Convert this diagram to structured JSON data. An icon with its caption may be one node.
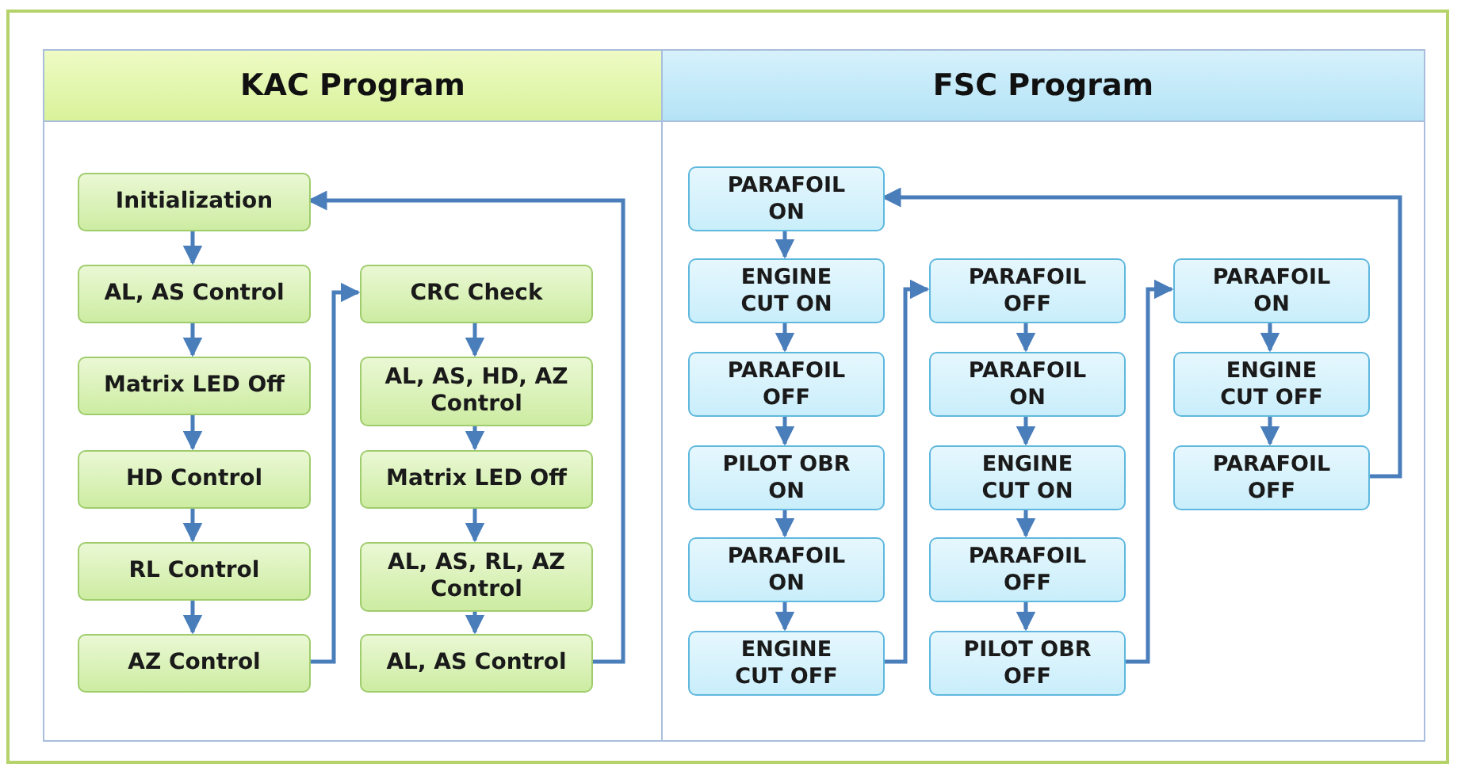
{
  "diagram": {
    "nodes": [
      {
        "text": [
          "KAC Program"
        ]
      },
      {
        "text": [
          "Initialization"
        ],
        "in": 0
      },
      {
        "text": [
          "AL, AS Control"
        ],
        "in": 0
      },
      {
        "text": [
          "Matrix LED Off"
        ],
        "in": 0
      },
      {
        "text": [
          "HD Control"
        ],
        "in": 0
      },
      {
        "text": [
          "RL Control"
        ],
        "in": 0
      },
      {
        "text": [
          "AZ Control"
        ],
        "in": 0
      },
      {
        "text": [
          "CRC Check"
        ],
        "in": 0
      },
      {
        "text": [
          "AL, AS, HD, AZ Control"
        ],
        "in": 0
      },
      {
        "text": [
          "Matrix LED Off"
        ],
        "in": 0
      },
      {
        "text": [
          "AL, AS, RL, AZ Control"
        ],
        "in": 0
      },
      {
        "text": [
          "AL, AS Control"
        ],
        "in": 0
      },
      {
        "text": [
          "FSC Program"
        ]
      },
      {
        "text": [
          "PARAFOIL ON"
        ],
        "in": 12
      },
      {
        "text": [
          "ENGINE CUT ON"
        ],
        "in": 12
      },
      {
        "text": [
          "PARAFOIL OFF"
        ],
        "in": 12
      },
      {
        "text": [
          "PILOT OBR ON"
        ],
        "in": 12
      },
      {
        "text": [
          "PARAFOIL ON"
        ],
        "in": 12
      },
      {
        "text": [
          "ENGINE CUT OFF"
        ],
        "in": 12
      },
      {
        "text": [
          "PARAFOIL OFF"
        ],
        "in": 12
      },
      {
        "text": [
          "PARAFOIL ON"
        ],
        "in": 12
      },
      {
        "text": [
          "ENGINE CUT ON"
        ],
        "in": 12
      },
      {
        "text": [
          "PARAFOIL OFF"
        ],
        "in": 12
      },
      {
        "text": [
          "PILOT OBR OFF"
        ],
        "in": 12
      },
      {
        "text": [
          "PARAFOIL ON"
        ],
        "in": 12
      },
      {
        "text": [
          "ENGINE CUT OFF"
        ],
        "in": 12
      },
      {
        "text": [
          "PARAFOIL OFF"
        ],
        "in": 12
      }
    ],
    "edges": [
      {
        "from": 1,
        "to": 2,
        "arrow": "to"
      },
      {
        "from": 2,
        "to": 3,
        "arrow": "to"
      },
      {
        "from": 3,
        "to": 4,
        "arrow": "to"
      },
      {
        "from": 4,
        "to": 5,
        "arrow": "to"
      },
      {
        "from": 5,
        "to": 6,
        "arrow": "to"
      },
      {
        "from": 6,
        "to": 7,
        "arrow": "to"
      },
      {
        "from": 7,
        "to": 8,
        "arrow": "to"
      },
      {
        "from": 8,
        "to": 9,
        "arrow": "to"
      },
      {
        "from": 9,
        "to": 10,
        "arrow": "to"
      },
      {
        "from": 10,
        "to": 11,
        "arrow": "to"
      },
      {
        "from": 11,
        "to": 1,
        "arrow": "to"
      },
      {
        "from": 13,
        "to": 14,
        "arrow": "to"
      },
      {
        "from": 14,
        "to": 15,
        "arrow": "to"
      },
      {
        "from": 15,
        "to": 16,
        "arrow": "to"
      },
      {
        "from": 16,
        "to": 17,
        "arrow": "to"
      },
      {
        "from": 17,
        "to": 18,
        "arrow": "to"
      },
      {
        "from": 18,
        "to": 19,
        "arrow": "to"
      },
      {
        "from": 19,
        "to": 20,
        "arrow": "to"
      },
      {
        "from": 20,
        "to": 21,
        "arrow": "to"
      },
      {
        "from": 21,
        "to": 22,
        "arrow": "to"
      },
      {
        "from": 22,
        "to": 23,
        "arrow": "to"
      },
      {
        "from": 23,
        "to": 24,
        "arrow": "to"
      },
      {
        "from": 24,
        "to": 25,
        "arrow": "to"
      },
      {
        "from": 25,
        "to": 26,
        "arrow": "to"
      },
      {
        "from": 26,
        "to": 13,
        "arrow": "to"
      }
    ]
  }
}
